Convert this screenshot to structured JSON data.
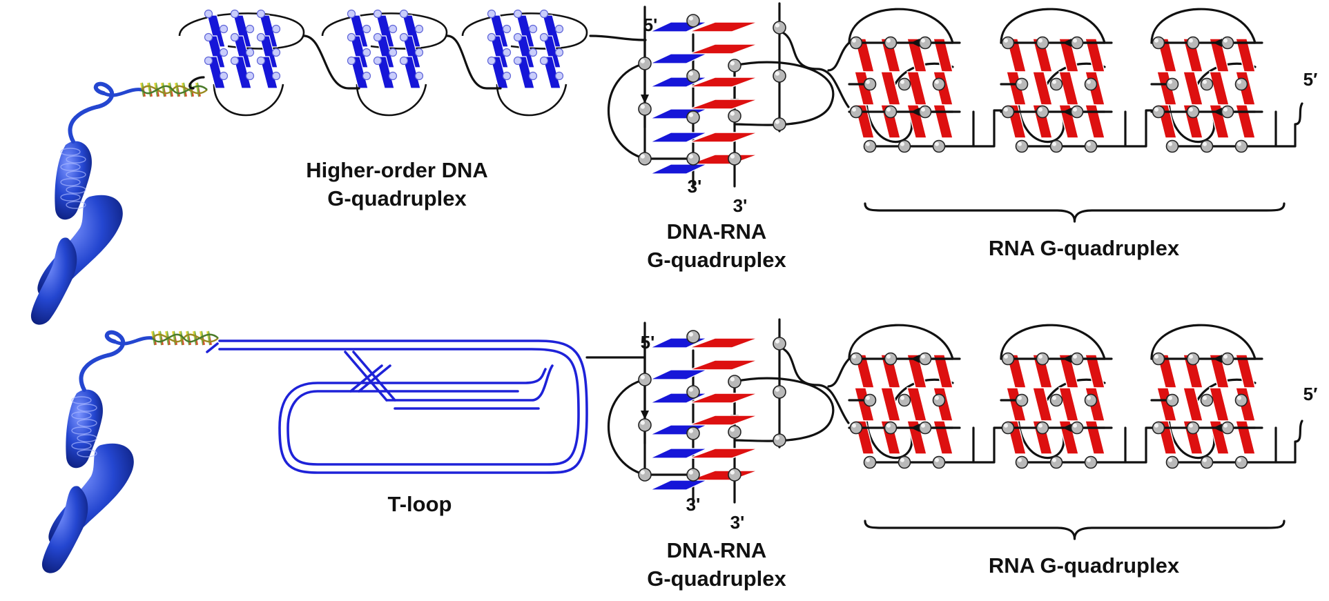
{
  "labels": {
    "higher_order_line1": "Higher-order DNA",
    "higher_order_line2": "G-quadruplex",
    "dna_rna_line1": "DNA-RNA",
    "dna_rna_line2": "G-quadruplex",
    "rna_quad": "RNA G-quadruplex",
    "tloop": "T-loop",
    "five_prime": "5'",
    "three_prime": "3'",
    "five_prime_rna": "5′"
  },
  "colors": {
    "dna_tetrad": "#1616d8",
    "rna_tetrad": "#dd1010",
    "tloop_strand": "#1e22d8",
    "chromosome": "#1f3fc4",
    "backbone": "#111111"
  }
}
